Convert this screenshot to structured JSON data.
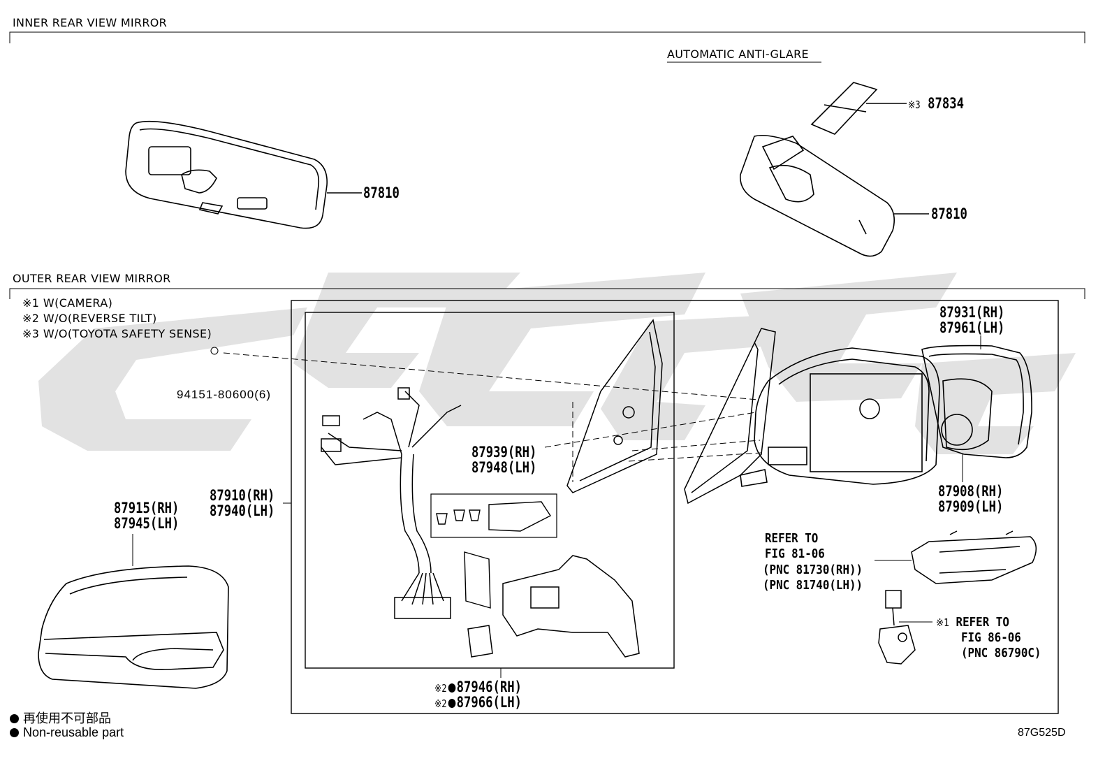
{
  "sections": {
    "inner": "INNER REAR VIEW MIRROR",
    "outer": "OUTER REAR VIEW MIRROR",
    "auto_antiglare": "AUTOMATIC ANTI-GLARE"
  },
  "notes": [
    "※1 W(CAMERA)",
    "※2 W/O(REVERSE TILT)",
    "※3 W/O(TOYOTA SAFETY SENSE)"
  ],
  "parts": {
    "inner_mirror": "87810",
    "auto_mirror": "87810",
    "cover_mark": "※3",
    "cover": "87834",
    "bolt": "94151-80600(6)",
    "assy_rh": "87910(RH)",
    "assy_lh": "87940(LH)",
    "cover_rh": "87915(RH)",
    "cover_lh": "87945(LH)",
    "mirror_rh": "87931(RH)",
    "mirror_lh": "87961(LH)",
    "base_rh": "87939(RH)",
    "base_lh": "87948(LH)",
    "housing_rh": "87908(RH)",
    "housing_lh": "87909(LH)",
    "tilt_mark": "※2",
    "tilt_rh": "87946(RH)",
    "tilt_lh": "87966(LH)"
  },
  "refs": {
    "turn_lamp": [
      "REFER TO",
      "FIG 81-06",
      "(PNC 81730(RH))",
      "(PNC 81740(LH))"
    ],
    "camera_mark": "※1",
    "camera": [
      "REFER TO",
      "FIG 86-06",
      "(PNC 86790C)"
    ]
  },
  "legend": {
    "jp": "再使用不可部品",
    "en": "Non-reusable part"
  },
  "figure_code": "87G525D"
}
